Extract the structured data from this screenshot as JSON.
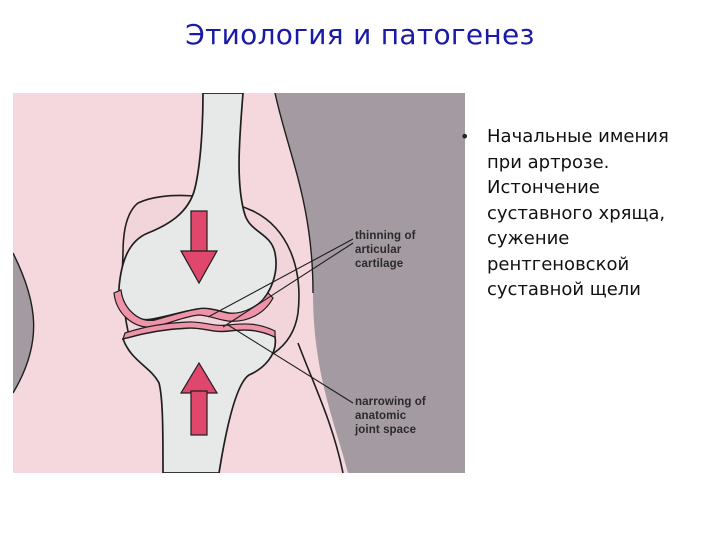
{
  "slide": {
    "title": "Этиология и патогенез"
  },
  "figure": {
    "labels": {
      "cartilage": [
        "thinning of",
        "articular",
        "cartilage"
      ],
      "joint_space": [
        "narrowing of",
        "anatomic",
        "joint space"
      ]
    },
    "colors": {
      "background": "#a39ba1",
      "soft_tissue": "#f4d8de",
      "bone": "#e7e8e8",
      "cartilage": "#f6d9df",
      "arrow": "#e0476c"
    },
    "icons": [
      "down-arrow-icon",
      "up-arrow-icon"
    ]
  },
  "bullet": {
    "symbol": "•",
    "text": "Начальные имения\nпри артрозе.\nИстончение\nсуставного хряща,\nсужение\nрентгеновской\nсуставной щели"
  }
}
